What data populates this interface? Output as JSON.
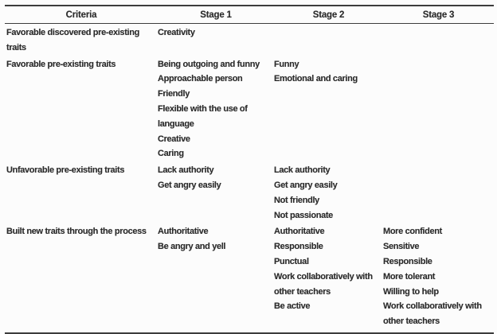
{
  "page": {
    "background": "#fcfcfc",
    "text_color": "#2b2b2b",
    "rule_color": "#3c3c3c"
  },
  "table": {
    "columns": [
      "Criteria",
      "Stage 1",
      "Stage 2",
      "Stage 3"
    ],
    "rows": [
      {
        "criteria": "Favorable discovered pre-existing traits",
        "stage1": [
          "Creativity"
        ],
        "stage2": [],
        "stage3": []
      },
      {
        "criteria": "Favorable pre-existing traits",
        "stage1": [
          "Being outgoing and funny",
          "Approachable person",
          "Friendly",
          "Flexible with the use of language",
          "Creative",
          "Caring"
        ],
        "stage2": [
          "Funny",
          "Emotional and caring"
        ],
        "stage3": []
      },
      {
        "criteria": "Unfavorable pre-existing traits",
        "stage1": [
          "Lack authority",
          "Get angry easily"
        ],
        "stage2": [
          "Lack authority",
          "Get angry easily",
          "Not friendly",
          "Not passionate"
        ],
        "stage3": []
      },
      {
        "criteria": "Built new traits through the process",
        "stage1": [
          "Authoritative",
          "Be angry and yell"
        ],
        "stage2": [
          "Authoritative",
          "Responsible",
          "Punctual",
          "Work collaboratively with other teachers",
          "Be active"
        ],
        "stage3": [
          "More confident",
          "Sensitive",
          "Responsible",
          "More tolerant",
          "Willing to help",
          "Work collaboratively with other teachers"
        ]
      }
    ]
  }
}
